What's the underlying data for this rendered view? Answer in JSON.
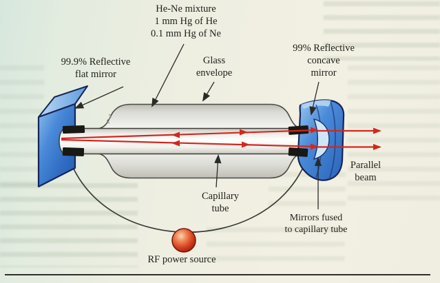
{
  "figure": {
    "labels": {
      "mixture": [
        "He-Ne mixture",
        "1 mm Hg of He",
        "0.1 mm Hg of Ne"
      ],
      "flat_mirror": [
        "99.9% Reflective",
        "flat mirror"
      ],
      "glass_envelope": [
        "Glass",
        "envelope"
      ],
      "concave_mirror": [
        "99% Reflective",
        "concave",
        "mirror"
      ],
      "parallel_beam": [
        "Parallel",
        "beam"
      ],
      "capillary_tube": [
        "Capillary",
        "tube"
      ],
      "mirrors_fused": [
        "Mirrors fused",
        "to capillary tube"
      ],
      "rf_power_source": "RF power source"
    },
    "colors": {
      "text_dark": "#201f1b",
      "beam_red": "#d4271d",
      "mirror_blue": "#3a7fd0",
      "sphere_orange": "#d6401f",
      "line_dark": "#2a2a26",
      "envelope_gray": "#e9e9e3",
      "background_cream": "#f1efe2",
      "background_green": "#dcebe2"
    }
  }
}
